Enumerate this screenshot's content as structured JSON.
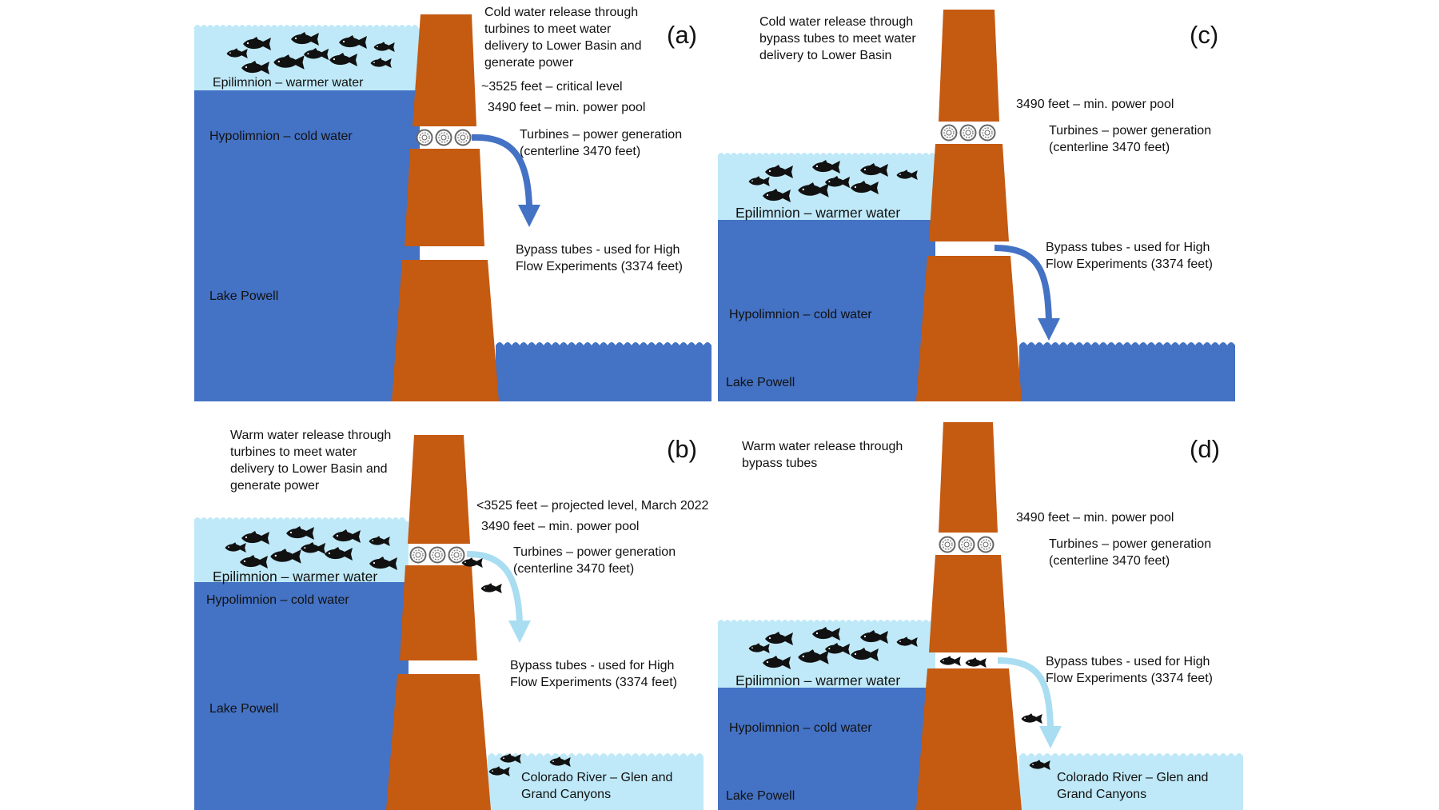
{
  "colors": {
    "hypolimnion": "#4472c4",
    "epilimnion": "#bfe9f8",
    "dam": "#c55a11",
    "cold_arrow": "#4472c4",
    "warm_arrow": "#a9ddf1",
    "fish": "#111111"
  },
  "icons": [
    "fish-icon",
    "turbine-icon",
    "wave-icon",
    "flow-arrow-icon"
  ],
  "panels": {
    "a": {
      "letter": "(a)",
      "description": "Cold water release through\nturbines to meet water\ndelivery to Lower Basin and\ngenerate power",
      "level_label": "~3525 feet – critical level",
      "min_pool": "3490 feet – min. power pool",
      "turbines": "Turbines – power generation\n(centerline 3470 feet)",
      "bypass": "Bypass tubes - used for High\nFlow Experiments (3374 feet)",
      "epilimnion": "Epilimnion – warmer water",
      "hypolimnion": "Hypolimnion – cold water",
      "lake": "Lake Powell"
    },
    "b": {
      "letter": "(b)",
      "description": "Warm water release through\nturbines to meet water\ndelivery to Lower Basin and\ngenerate power",
      "level_label": "<3525 feet – projected level, March 2022",
      "min_pool": "3490 feet – min. power pool",
      "turbines": "Turbines – power generation\n(centerline 3470 feet)",
      "bypass": "Bypass tubes - used for High\nFlow Experiments (3374 feet)",
      "epilimnion": "Epilimnion – warmer water",
      "hypolimnion": "Hypolimnion – cold water",
      "lake": "Lake Powell",
      "river": "Colorado River – Glen and\nGrand Canyons"
    },
    "c": {
      "letter": "(c)",
      "description": "Cold water release through\nbypass tubes to meet water\ndelivery to Lower Basin",
      "min_pool": "3490 feet – min. power pool",
      "turbines": "Turbines – power generation\n(centerline 3470 feet)",
      "bypass": "Bypass tubes - used for High\nFlow Experiments (3374 feet)",
      "epilimnion": "Epilimnion – warmer water",
      "hypolimnion": "Hypolimnion – cold water",
      "lake": "Lake Powell"
    },
    "d": {
      "letter": "(d)",
      "description": "Warm water release through\nbypass tubes",
      "min_pool": "3490 feet – min. power pool",
      "turbines": "Turbines – power generation\n(centerline 3470 feet)",
      "bypass": "Bypass tubes - used for High\nFlow Experiments (3374 feet)",
      "epilimnion": "Epilimnion – warmer water",
      "hypolimnion": "Hypolimnion – cold water",
      "lake": "Lake Powell",
      "river": "Colorado River – Glen and\nGrand Canyons"
    }
  }
}
